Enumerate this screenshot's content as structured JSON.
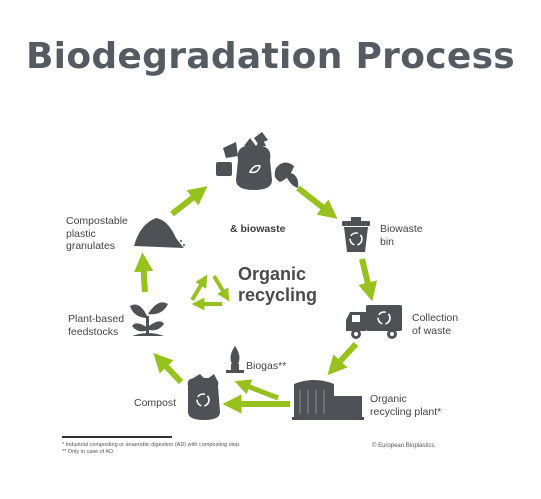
{
  "title": "Biodegradation Process",
  "labels": {
    "biowaste_top": "& biowaste",
    "biowaste_bin": [
      "Biowaste",
      "bin"
    ],
    "collection": [
      "Collection",
      "of waste"
    ],
    "plant": [
      "Organic",
      "recycling plant*"
    ],
    "biogas": "Biogas**",
    "compost": "Compost",
    "feedstocks": [
      "Plant-based",
      "feedstocks"
    ],
    "granulates": [
      "Compostable",
      "plastic",
      "granulates"
    ]
  },
  "center": [
    "Organic",
    "recycling"
  ],
  "footnotes": [
    "*   Industrial composting or anaerobic digestion (AD) with composting step.",
    "**  Only in case of AD."
  ],
  "credit": "© European Bioplastics",
  "colors": {
    "arrow": "#97c21e",
    "icon": "#4e5256",
    "title": "#545b62"
  }
}
